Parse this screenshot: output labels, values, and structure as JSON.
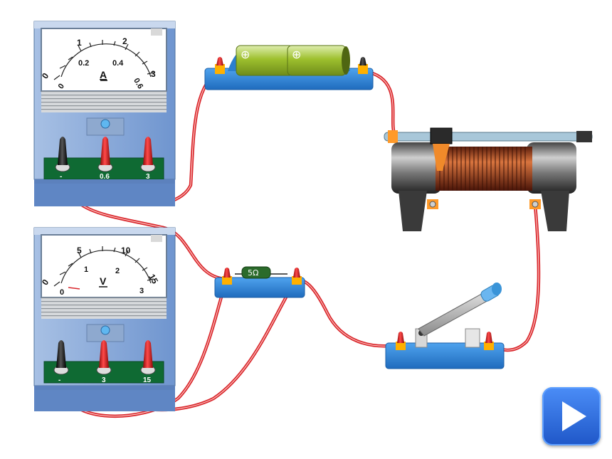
{
  "ammeter": {
    "unit": "A",
    "outer_ticks": [
      "0",
      "1",
      "2",
      "3"
    ],
    "inner_ticks": [
      "0",
      "0.2",
      "0.4",
      "0.6"
    ],
    "terminals": [
      "-",
      "0.6",
      "3"
    ]
  },
  "voltmeter": {
    "unit": "V",
    "outer_ticks": [
      "0",
      "5",
      "10",
      "15"
    ],
    "inner_ticks": [
      "0",
      "1",
      "2",
      "3"
    ],
    "terminals": [
      "-",
      "3",
      "15"
    ]
  },
  "battery": {
    "cells": [
      "⊕",
      "⊕"
    ]
  },
  "resistor": {
    "label": "5Ω"
  },
  "play_button": {
    "icon": "play-icon"
  },
  "colors": {
    "wire": "#d9262c",
    "base": "#2f86d4",
    "meter_body": "#7fa6d9",
    "terminal_red": "#d81e1e",
    "play": "#2f6ee0"
  }
}
